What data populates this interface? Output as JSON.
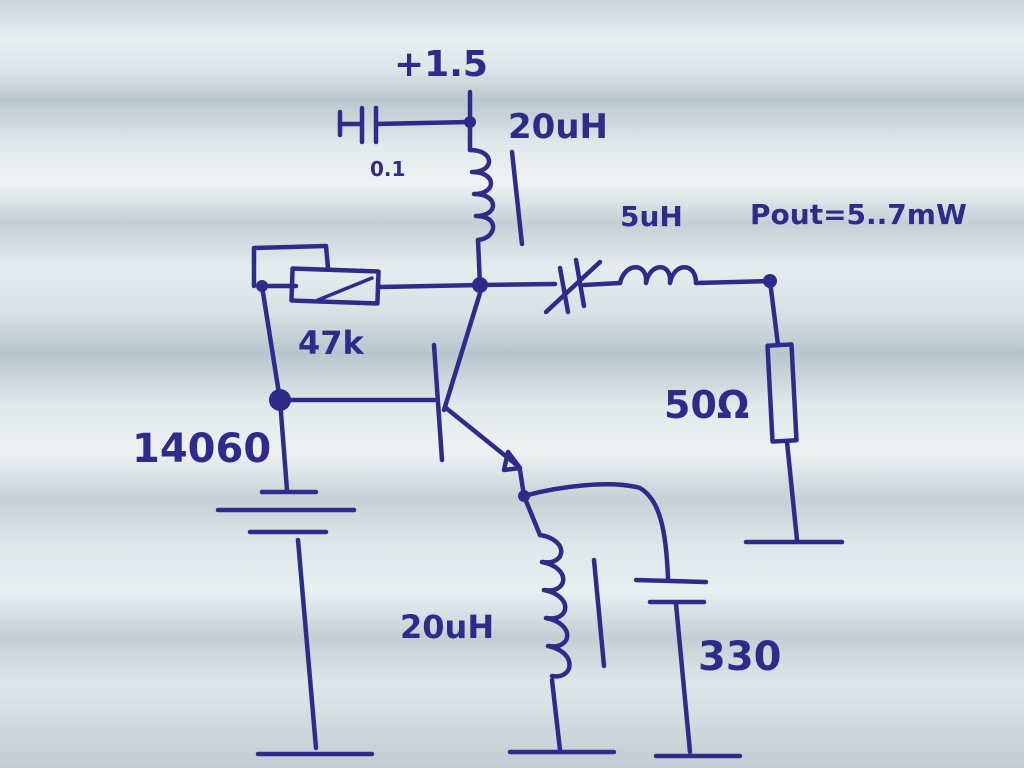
{
  "schematic": {
    "supply_voltage": "+1.5",
    "bypass_cap": "0.1",
    "collector_choke": "20uH",
    "output_inductor": "5uH",
    "output_power": "Pout=5..7mW",
    "feedback_resistor": "47k",
    "crystal_frequency": "14060",
    "load_resistor": "50Ω",
    "emitter_choke": "20uH",
    "emitter_cap": "330"
  },
  "ink_color": "#2e2c8a"
}
